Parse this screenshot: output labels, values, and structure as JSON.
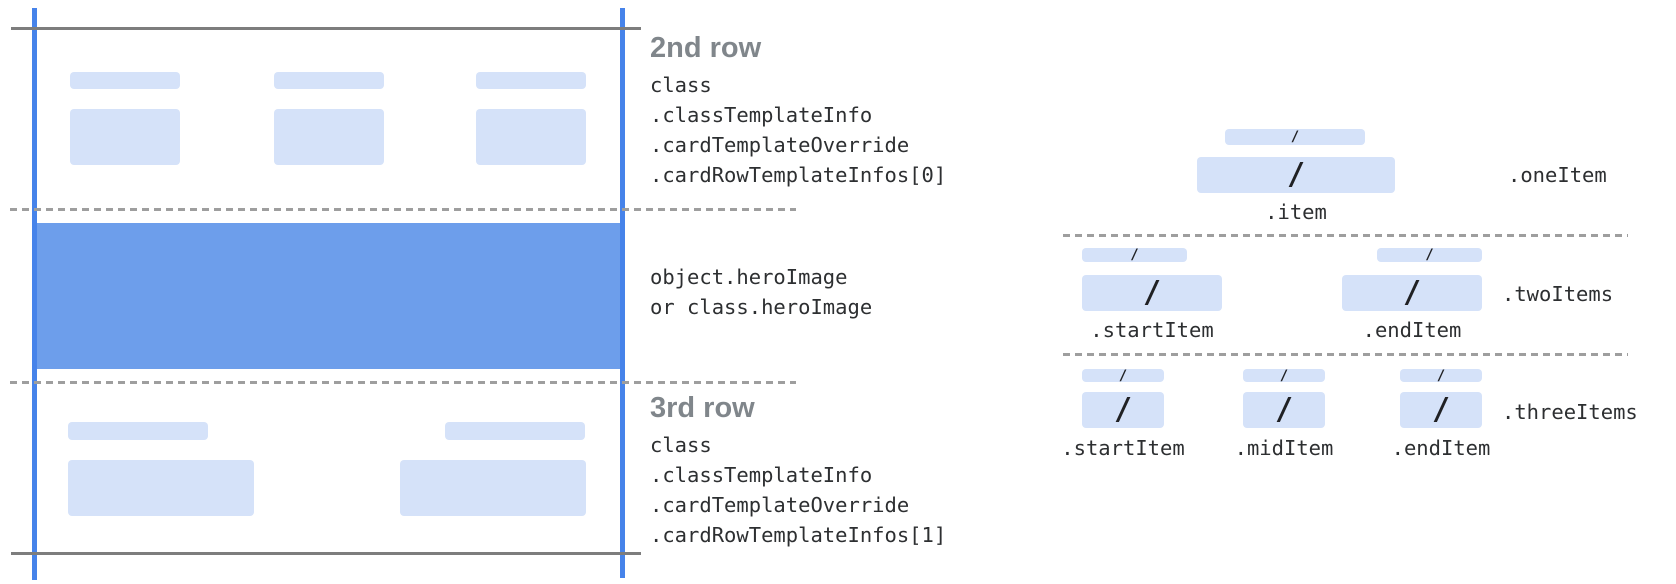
{
  "colors": {
    "edge_blue": "#4683ea",
    "hero_blue": "#6d9eeb",
    "bar_blue": "#d5e2f9",
    "line_gray": "#7d7d7d",
    "dash_gray": "#9e9e9e",
    "heading_gray": "#80868b",
    "text_dark": "#2d2f31"
  },
  "placeholder_glyph": "/",
  "left_panel": {
    "row2": {
      "heading": "2nd row",
      "path_lines": [
        "class",
        ".classTemplateInfo",
        ".cardTemplateOverride",
        ".cardRowTemplateInfos[0]"
      ]
    },
    "hero": {
      "path_lines": [
        "object.heroImage",
        "or class.heroImage"
      ]
    },
    "row3": {
      "heading": "3rd row",
      "path_lines": [
        "class",
        ".classTemplateInfo",
        ".cardTemplateOverride",
        ".cardRowTemplateInfos[1]"
      ]
    }
  },
  "right_panel": {
    "one_item": {
      "row_label": ".oneItem",
      "slot_labels": [
        ".item"
      ]
    },
    "two_items": {
      "row_label": ".twoItems",
      "slot_labels": [
        ".startItem",
        ".endItem"
      ]
    },
    "three_items": {
      "row_label": ".threeItems",
      "slot_labels": [
        ".startItem",
        ".midItem",
        ".endItem"
      ]
    }
  }
}
